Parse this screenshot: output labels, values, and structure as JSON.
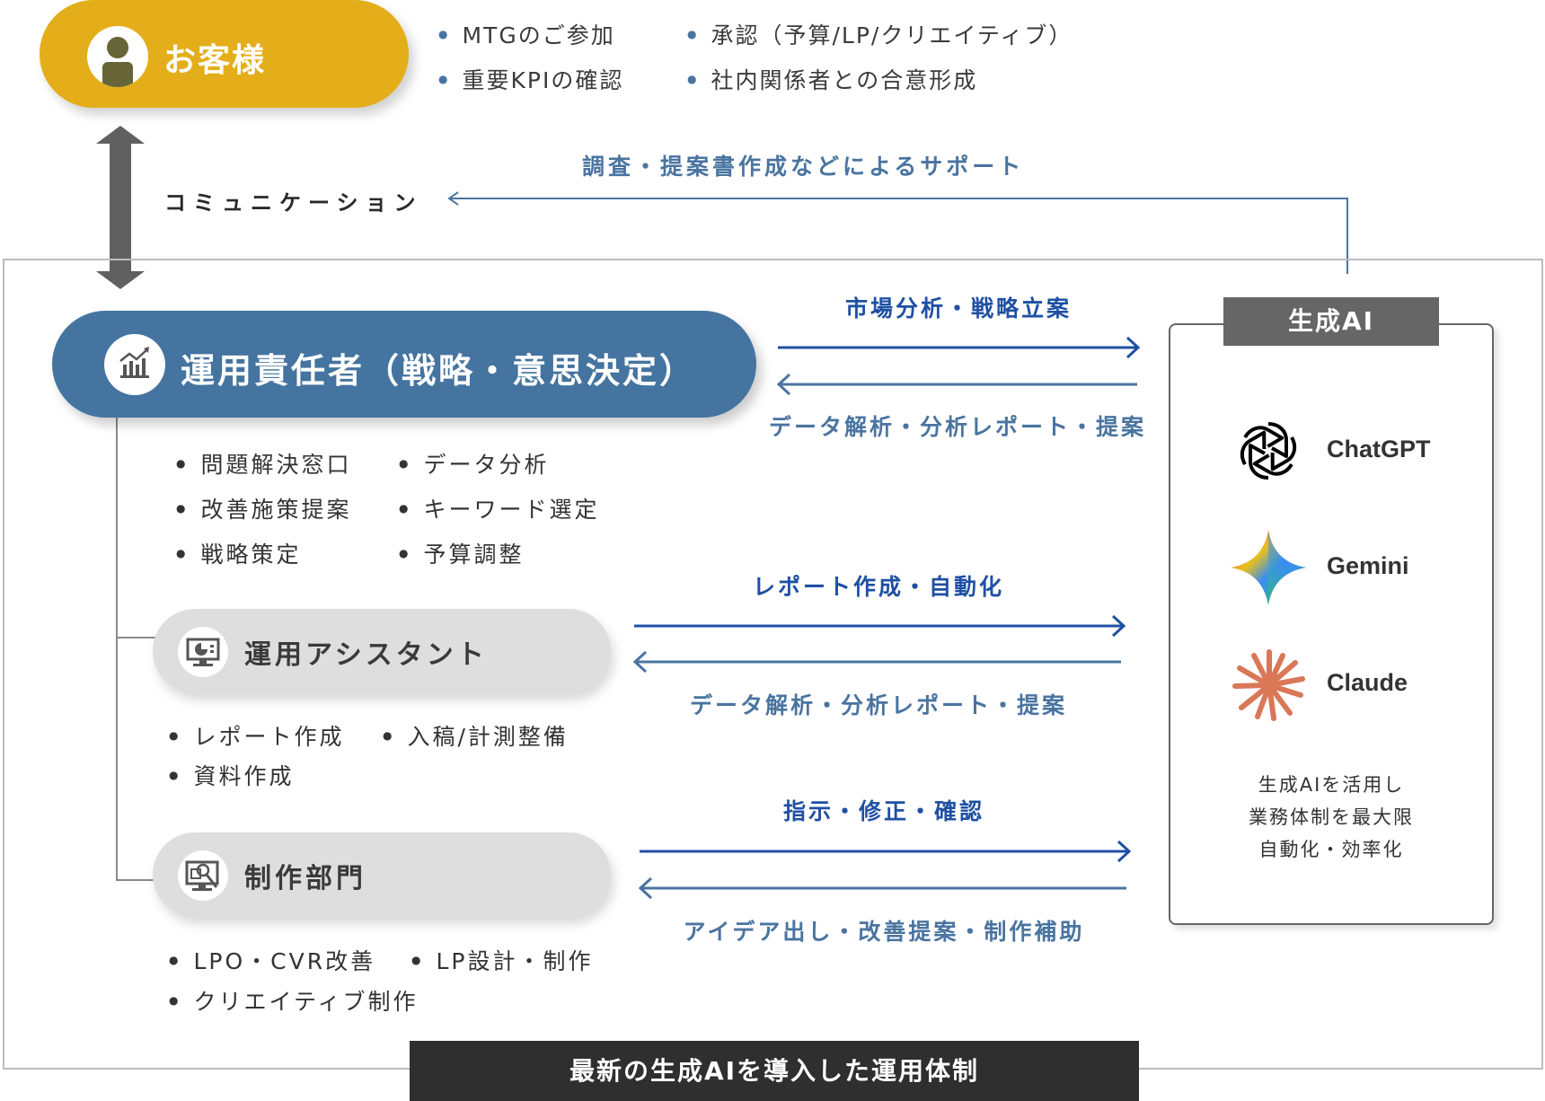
{
  "customer": {
    "label": "お客様",
    "icon": "person-icon",
    "color": "#e3ae1a",
    "bullets": [
      "MTGのご参加",
      "重要KPIの確認",
      "承認（予算/LP/クリエイティブ）",
      "社内関係者との合意形成"
    ]
  },
  "communication": {
    "label": "コミュニケーション"
  },
  "feedback": {
    "label": "調査・提案書作成などによるサポート"
  },
  "manager": {
    "label": "運用責任者（戦略・意思決定）",
    "icon": "growth-chart-icon",
    "color": "#44749f",
    "bullets": [
      "問題解決窓口",
      "改善施策提案",
      "戦略策定",
      "データ分析",
      "キーワード選定",
      "予算調整"
    ]
  },
  "assistant": {
    "label": "運用アシスタント",
    "icon": "monitor-chart-icon",
    "bullets": [
      "レポート作成",
      "資料作成",
      "入稿/計測整備"
    ]
  },
  "production": {
    "label": "制作部門",
    "icon": "monitor-search-icon",
    "bullets": [
      "LPO・CVR改善",
      "クリエイティブ制作",
      "LP設計・制作"
    ]
  },
  "flows": [
    {
      "out": "市場分析・戦略立案",
      "in": "データ解析・分析レポート・提案"
    },
    {
      "out": "レポート作成・自動化",
      "in": "データ解析・分析レポート・提案"
    },
    {
      "out": "指示・修正・確認",
      "in": "アイデア出し・改善提案・制作補助"
    }
  ],
  "ai": {
    "title": "生成AI",
    "models": [
      {
        "name": "ChatGPT",
        "icon": "openai-logo-icon"
      },
      {
        "name": "Gemini",
        "icon": "gemini-sparkle-icon"
      },
      {
        "name": "Claude",
        "icon": "claude-starburst-icon"
      }
    ],
    "description": [
      "生成AIを活用し",
      "業務体制を最大限",
      "自動化・効率化"
    ]
  },
  "banner": {
    "label": "最新の生成AIを導入した運用体制"
  },
  "colors": {
    "arrow_out": "#1f50a3",
    "arrow_in": "#4a74a0",
    "claude": "#d97757"
  }
}
